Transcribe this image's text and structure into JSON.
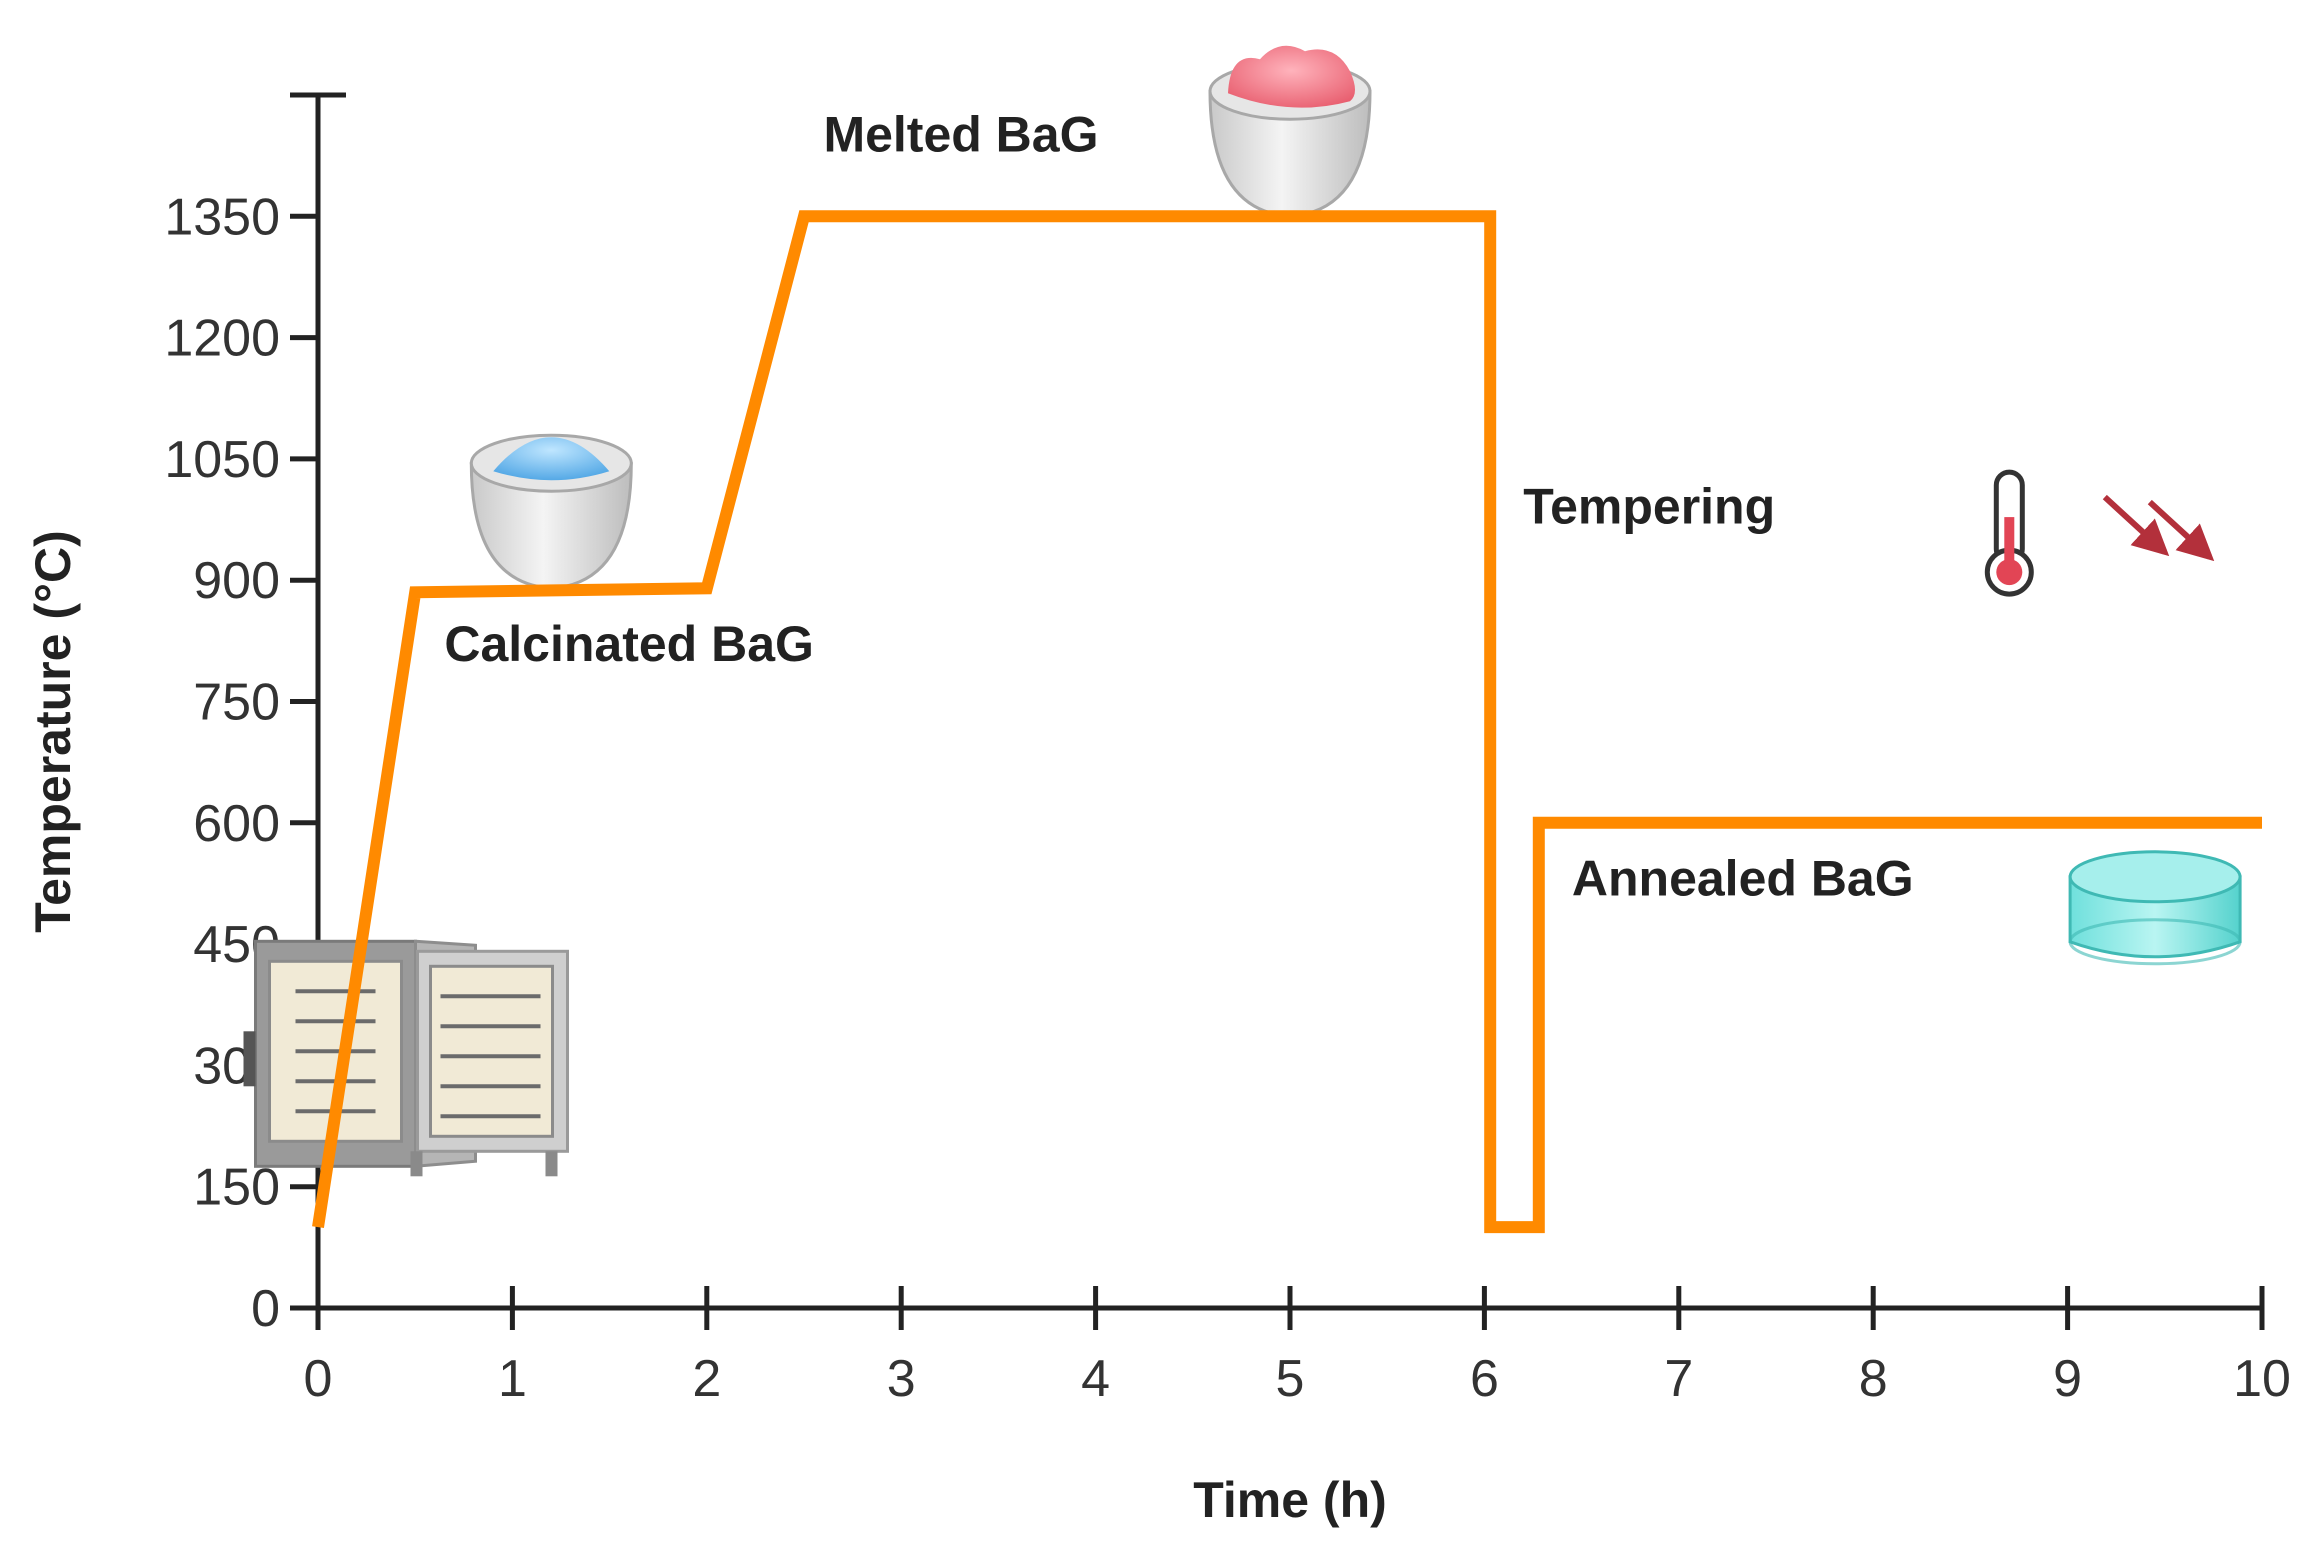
{
  "chart_data": {
    "type": "line",
    "title": "",
    "xlabel": "Time (h)",
    "ylabel": "Temperature (°C)",
    "xlim": [
      0,
      10
    ],
    "ylim": [
      0,
      1500
    ],
    "xticks": [
      0,
      1,
      2,
      3,
      4,
      5,
      6,
      7,
      8,
      9,
      10
    ],
    "yticks": [
      0,
      150,
      300,
      450,
      600,
      750,
      900,
      1050,
      1200,
      1350
    ],
    "grid": false,
    "legend": "none",
    "series": [
      {
        "color": "#ff8a00",
        "points": [
          [
            0,
            100
          ],
          [
            0.5,
            885
          ],
          [
            2.0,
            890
          ],
          [
            2.5,
            1350
          ],
          [
            6.03,
            1350
          ],
          [
            6.03,
            100
          ],
          [
            6.28,
            100
          ],
          [
            6.28,
            600
          ],
          [
            10,
            600
          ]
        ]
      }
    ],
    "annotations": [
      {
        "text": "Melted BaG",
        "x": 2.6,
        "y": 1430
      },
      {
        "text": "Calcinated BaG",
        "x": 0.65,
        "y": 800
      },
      {
        "text": "Tempering",
        "x": 6.2,
        "y": 970
      },
      {
        "text": "Annealed BaG",
        "x": 6.45,
        "y": 510
      }
    ],
    "icons": [
      {
        "name": "furnace-icon",
        "x": 0.45,
        "y": 200
      },
      {
        "name": "calcinated-powder-bowl-icon",
        "x": 1.2,
        "y": 1020
      },
      {
        "name": "melted-glass-bowl-icon",
        "x": 5.0,
        "y": 1480
      },
      {
        "name": "thermometer-icon",
        "x": 8.7,
        "y": 910
      },
      {
        "name": "cooling-arrows-icon",
        "x": 9.5,
        "y": 910
      },
      {
        "name": "annealed-glass-disc-icon",
        "x": 9.45,
        "y": 490
      }
    ]
  }
}
